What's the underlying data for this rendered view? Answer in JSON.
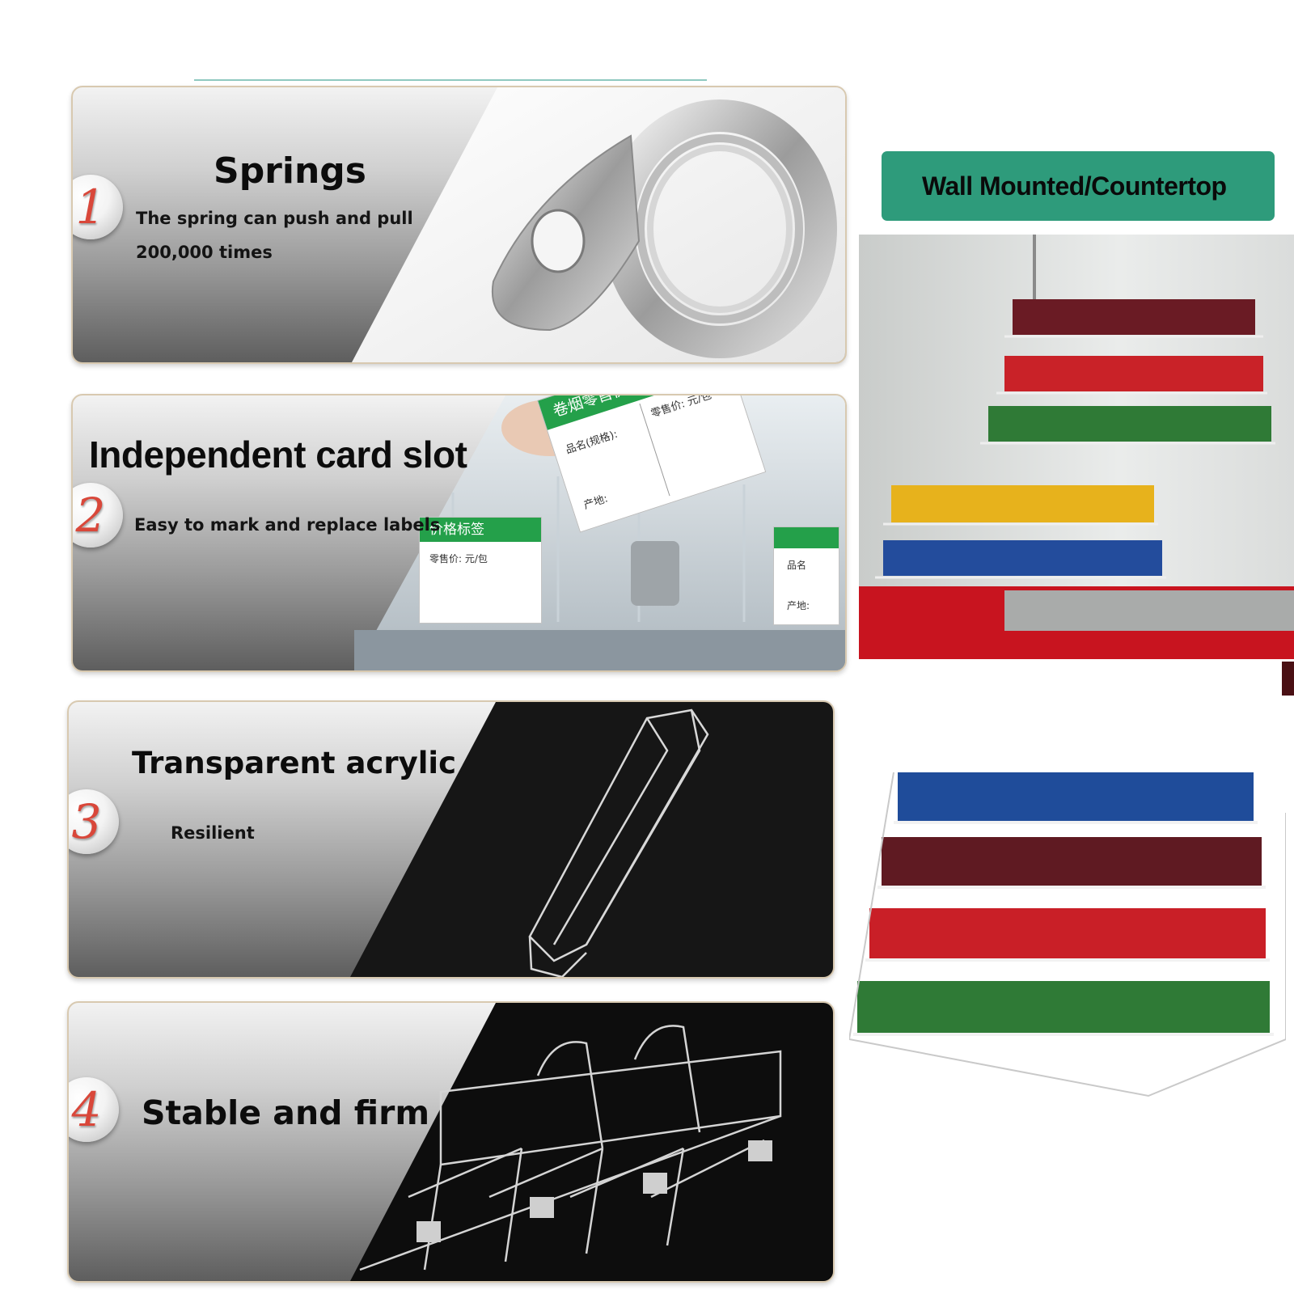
{
  "features": [
    {
      "number": "1",
      "title": "Springs",
      "lines": [
        "The spring can push and pull",
        "200,000 times"
      ]
    },
    {
      "number": "2",
      "title": "Independent card slot",
      "lines": [
        "Easy to mark and replace labels"
      ]
    },
    {
      "number": "3",
      "title": "Transparent acrylic",
      "lines": [
        "Resilient"
      ]
    },
    {
      "number": "4",
      "title": "Stable and firm",
      "lines": []
    }
  ],
  "mounting_tag": "Wall Mounted/Countertop",
  "label_card": {
    "header": "卷烟零售价格标签",
    "field_name": "品名(规格):",
    "field_price": "零售价: 元/包",
    "field_origin": "产地:",
    "side_header": "价格标签",
    "side_price": "零售价: 元/包",
    "right_name": "品名",
    "right_origin": "产地:"
  },
  "colors": {
    "accent": "#2e9b7b",
    "badge_number": "#d9473a"
  }
}
